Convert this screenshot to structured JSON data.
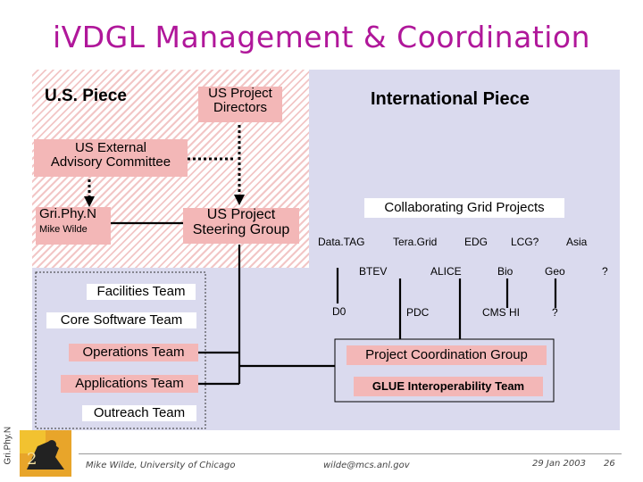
{
  "title": "iVDGL Management & Coordination",
  "us": {
    "piece": "U.S. Piece",
    "directors_line1": "US Project",
    "directors_line2": "Directors",
    "advisory_line1": "US External",
    "advisory_line2": "Advisory Committee",
    "griphyn": "Gri.Phy.N",
    "griphyn_sub": "Mike Wilde",
    "steering_line1": "US Project",
    "steering_line2": "Steering Group"
  },
  "intl": {
    "piece": "International Piece",
    "collab": "Collaborating Grid Projects",
    "projects": [
      "Data.TAG",
      "Tera.Grid",
      "EDG",
      "LCG?",
      "Asia",
      "BTEV",
      "ALICE",
      "Bio",
      "Geo",
      "?",
      "D0",
      "PDC",
      "CMS HI",
      "?"
    ]
  },
  "teams": {
    "facilities": "Facilities Team",
    "core": "Core Software Team",
    "operations": "Operations Team",
    "applications": "Applications Team",
    "outreach": "Outreach Team"
  },
  "coordination": {
    "pcg": "Project Coordination Group",
    "glue": "GLUE Interoperability Team"
  },
  "footer": {
    "author": "Mike Wilde, University of Chicago",
    "email": "wilde@mcs.anl.gov",
    "date": "29 Jan 2003",
    "page": "26",
    "logo": "Gri.Phy.N"
  },
  "colors": {
    "title": "#b0179a",
    "box": "#f3b7b7",
    "region": "#dadaee"
  }
}
